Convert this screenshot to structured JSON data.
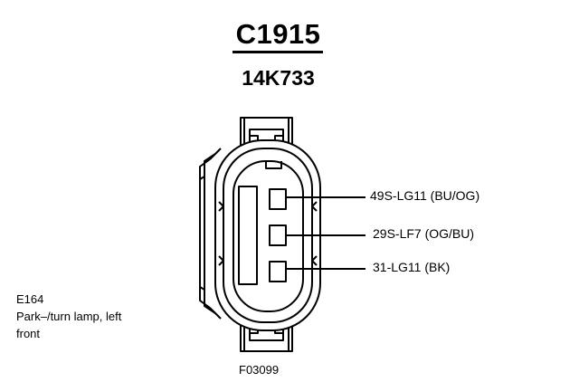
{
  "connector": {
    "id": "C1915",
    "part_number": "14K733"
  },
  "pins": [
    {
      "circuit": "49S-LG11 (BU/OG)"
    },
    {
      "circuit": "29S-LF7 (OG/BU)"
    },
    {
      "circuit": "31-LG11 (BK)"
    }
  ],
  "component": {
    "code": "E164",
    "description_line1": "Park–/turn lamp, left",
    "description_line2": "front"
  },
  "figure_code": "F03099"
}
